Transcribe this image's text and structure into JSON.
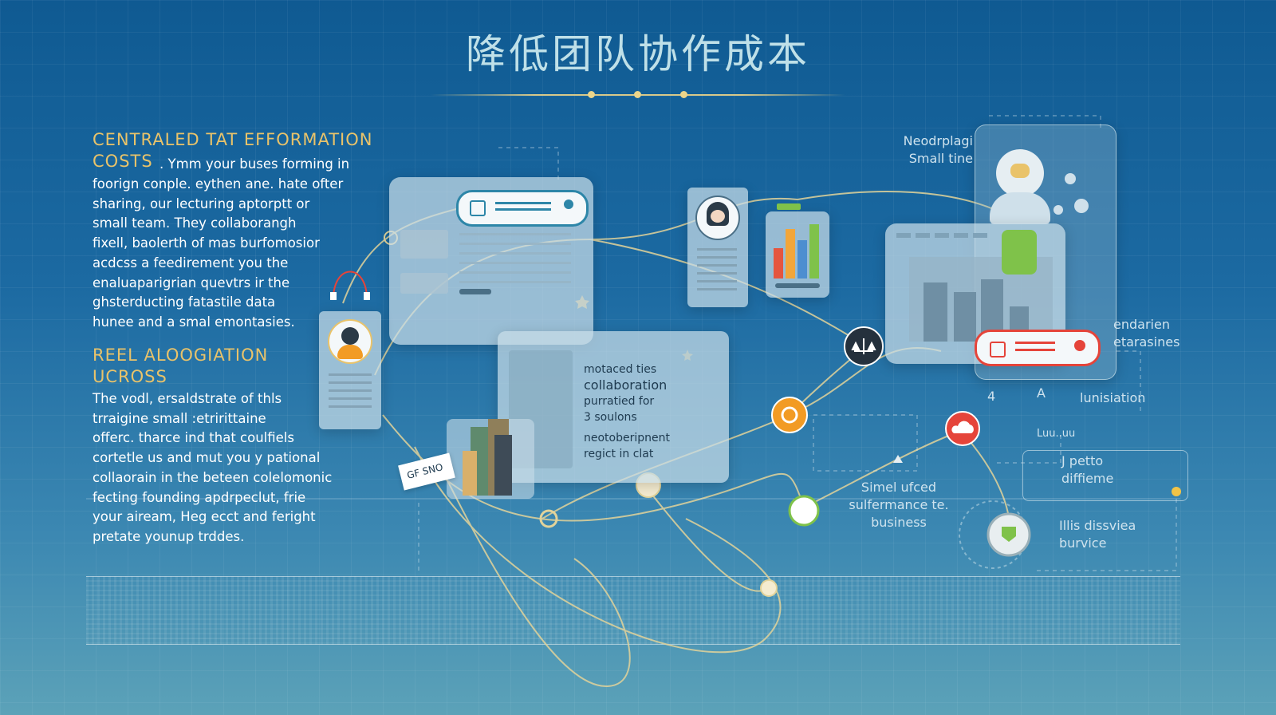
{
  "title": "降低团队协作成本",
  "left_section_1": {
    "heading_line1": "CENTRALED TAT EFFORMATION",
    "heading_line2": "COSTS",
    "lines": [
      ". Ymm your buses forming in",
      "foorign conple. eythen ane. hate ofter",
      "sharing, our lecturing aptorptt or",
      "small team. They collaborangh",
      "fixell, baolerth of mas burfomosior",
      "acdcss a feedirement you the",
      "enaluaparigrian quevtrs ir the",
      "ghsterducting fatastile data",
      "hunee and a smal emontasies."
    ]
  },
  "left_section_2": {
    "heading_line1": "REEL ALOOGIATION",
    "heading_line2": "UCROSS",
    "lines": [
      "The vodl, ersaldstrate of thls",
      "trraigine small :etririttaine",
      "offerc. tharce ind that coulfiels",
      "cortetle us and mut you y pational",
      "collaorain in the beteen colelomonic",
      "fecting founding apdrpeclut, frie",
      "your aiream, Heg ecct and feright",
      "pretate younup trddes."
    ]
  },
  "center_card": {
    "lines": [
      "motaced ties",
      "collaboration",
      "purratied for",
      "3 soulons",
      "neotoberipnent",
      "regict in clat"
    ]
  },
  "ticket_label": "GF SNO",
  "top_right_label": [
    "Neodrplagi",
    "Small tine"
  ],
  "right_label_1": [
    "endarien",
    "etarasines"
  ],
  "right_label_2": "lunisiation",
  "right_small_1": "4",
  "right_small_2": "A",
  "right_small_3": "Luu..uu",
  "right_box_label": [
    "J petto",
    "diffieme"
  ],
  "bottom_center_label": [
    "Simel ufced",
    "sulfermance te.",
    "business"
  ],
  "bottom_right_label": [
    "Illis dissviea",
    "burvice"
  ],
  "colors": {
    "accent_gold": "#e9c36a",
    "node_orange": "#f29b24",
    "node_red": "#e5443a",
    "node_dark": "#25313d",
    "connector": "#e2d39a",
    "bar_green": "#7fc24a",
    "bar_red": "#e5553f",
    "bar_blue": "#4d8ed0"
  },
  "icons": [
    "person-avatar-icon",
    "bar-chart-icon",
    "robot-icon",
    "scale-icon",
    "gear-icon",
    "cloud-icon",
    "shield-icon",
    "document-icon"
  ]
}
